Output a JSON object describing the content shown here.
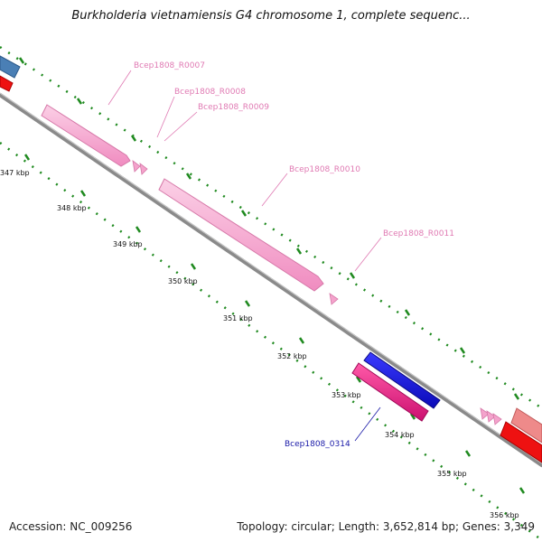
{
  "title": "Burkholderia vietnamiensis G4 chromosome 1, complete sequenc...",
  "footer": {
    "accession": "Accession: NC_009256",
    "stats": "Topology: circular; Length: 3,652,814 bp; Genes: 3,349"
  },
  "colors": {
    "backbone": "#8a8a8a",
    "tick": "#1f8a1f",
    "rna": "#f4a3cc",
    "rna_label": "#e07ab3",
    "cds_blue": "#1a1ae0",
    "cds_magenta": "#e8208a",
    "gene_red": "#ee1111",
    "steel_blue": "#4a7fb5",
    "salmon": "#ee8a8a",
    "gene_label": "#1a1aa8"
  },
  "scale_labels": [
    "347 kbp",
    "348 kbp",
    "349 kbp",
    "350 kbp",
    "351 kbp",
    "352 kbp",
    "353 kbp",
    "354 kbp",
    "355 kbp",
    "356 kbp"
  ],
  "feature_labels": [
    {
      "id": "r7",
      "text": "Bcep1808_R0007",
      "kind": "rna"
    },
    {
      "id": "r8",
      "text": "Bcep1808_R0008",
      "kind": "rna"
    },
    {
      "id": "r9",
      "text": "Bcep1808_R0009",
      "kind": "rna"
    },
    {
      "id": "r10",
      "text": "Bcep1808_R0010",
      "kind": "rna"
    },
    {
      "id": "r11",
      "text": "Bcep1808_R0011",
      "kind": "rna"
    },
    {
      "id": "g314",
      "text": "Bcep1808_0314",
      "kind": "gene"
    }
  ]
}
